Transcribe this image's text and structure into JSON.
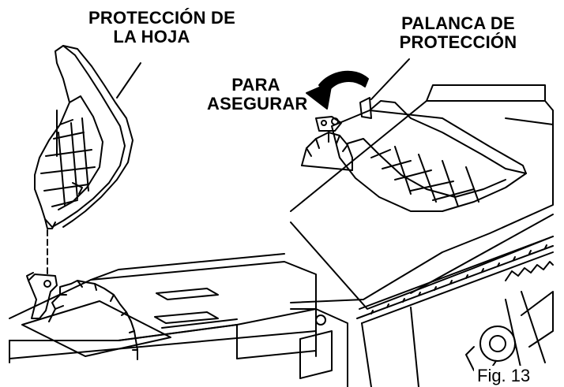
{
  "labels": {
    "blade_guard_line1": "PROTECCIÓN DE",
    "blade_guard_line2": "LA HOJA",
    "guard_lever_line1": "PALANCA DE",
    "guard_lever_line2": "PROTECCIÓN",
    "to_lock_line1": "PARA",
    "to_lock_line2": "ASEGURAR"
  },
  "figure_label": "Fig. 13"
}
